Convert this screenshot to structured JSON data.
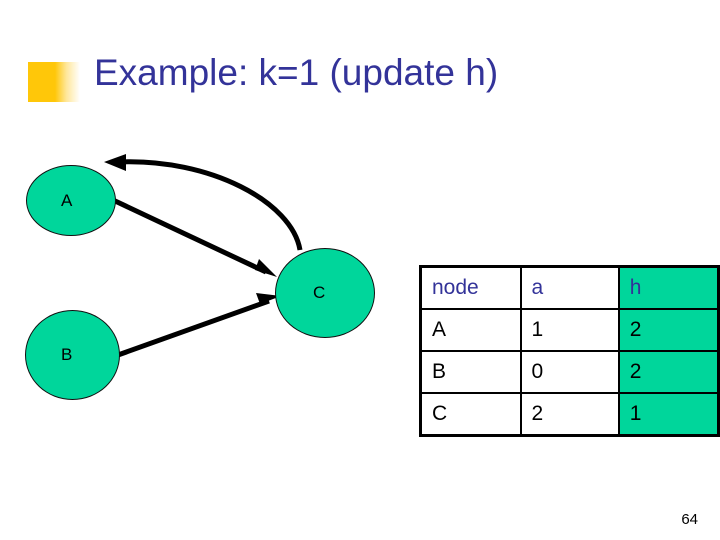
{
  "slide": {
    "title": "Example: k=1 (update h)",
    "page_number": "64",
    "title_color": "#333399",
    "bullet_color": "#FFC709",
    "node_fill_color": "#00D69B",
    "highlight_color": "#00D69B"
  },
  "graph": {
    "nodes": [
      {
        "id": "A",
        "label": "A"
      },
      {
        "id": "B",
        "label": "B"
      },
      {
        "id": "C",
        "label": "C"
      }
    ],
    "edges": [
      {
        "from": "A",
        "to": "C",
        "style": "straight"
      },
      {
        "from": "B",
        "to": "C",
        "style": "straight"
      },
      {
        "from": "C",
        "to": "A",
        "style": "curved"
      }
    ]
  },
  "table": {
    "headers": [
      "node",
      "a",
      "h"
    ],
    "highlight_column": "h",
    "rows": [
      {
        "node": "A",
        "a": "1",
        "h": "2"
      },
      {
        "node": "B",
        "a": "0",
        "h": "2"
      },
      {
        "node": "C",
        "a": "2",
        "h": "1"
      }
    ]
  }
}
